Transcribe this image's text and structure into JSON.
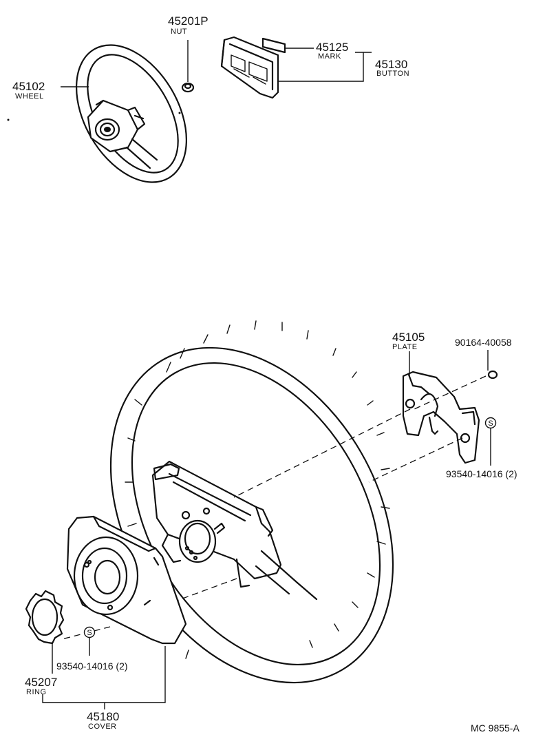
{
  "figure_code": "MC  9855-A",
  "callouts": {
    "wheel_upper": {
      "part_no": "45102",
      "name": "WHEEL"
    },
    "nut": {
      "part_no": "45201P",
      "name": "NUT"
    },
    "mark": {
      "part_no": "45125",
      "name": "MARK"
    },
    "button": {
      "part_no": "45130",
      "name": "BUTTON"
    },
    "plate": {
      "part_no": "45105",
      "name": "PLATE"
    },
    "bolt": {
      "part_no": "90164-40058"
    },
    "screw_right": {
      "part_no": "93540-14016 (2)",
      "symbol": "S"
    },
    "screw_left": {
      "part_no": "93540-14016 (2)",
      "symbol": "S"
    },
    "ring": {
      "part_no": "45207",
      "name": "RING"
    },
    "cover": {
      "part_no": "45180",
      "name": "COVER"
    }
  }
}
